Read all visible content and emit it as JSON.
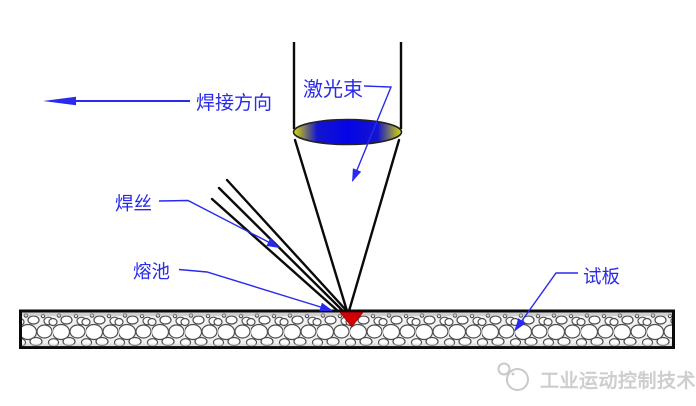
{
  "diagram": {
    "labels": {
      "welding_direction": "焊接方向",
      "laser_beam": "激光束",
      "welding_wire": "焊丝",
      "melt_pool": "熔池",
      "test_plate": "试板"
    },
    "watermark": {
      "text": "工业运动控制技术",
      "logo": "two-circles-logo"
    },
    "colors": {
      "annotation_blue": "#2a2aee",
      "laser_lens_blue": "#0404e8",
      "laser_lens_yellow": "#d9d900",
      "melt_pool_red": "#d60000",
      "line_black": "#0a0a0a",
      "watermark_gray": "#cecece",
      "background": "#ffffff"
    }
  }
}
